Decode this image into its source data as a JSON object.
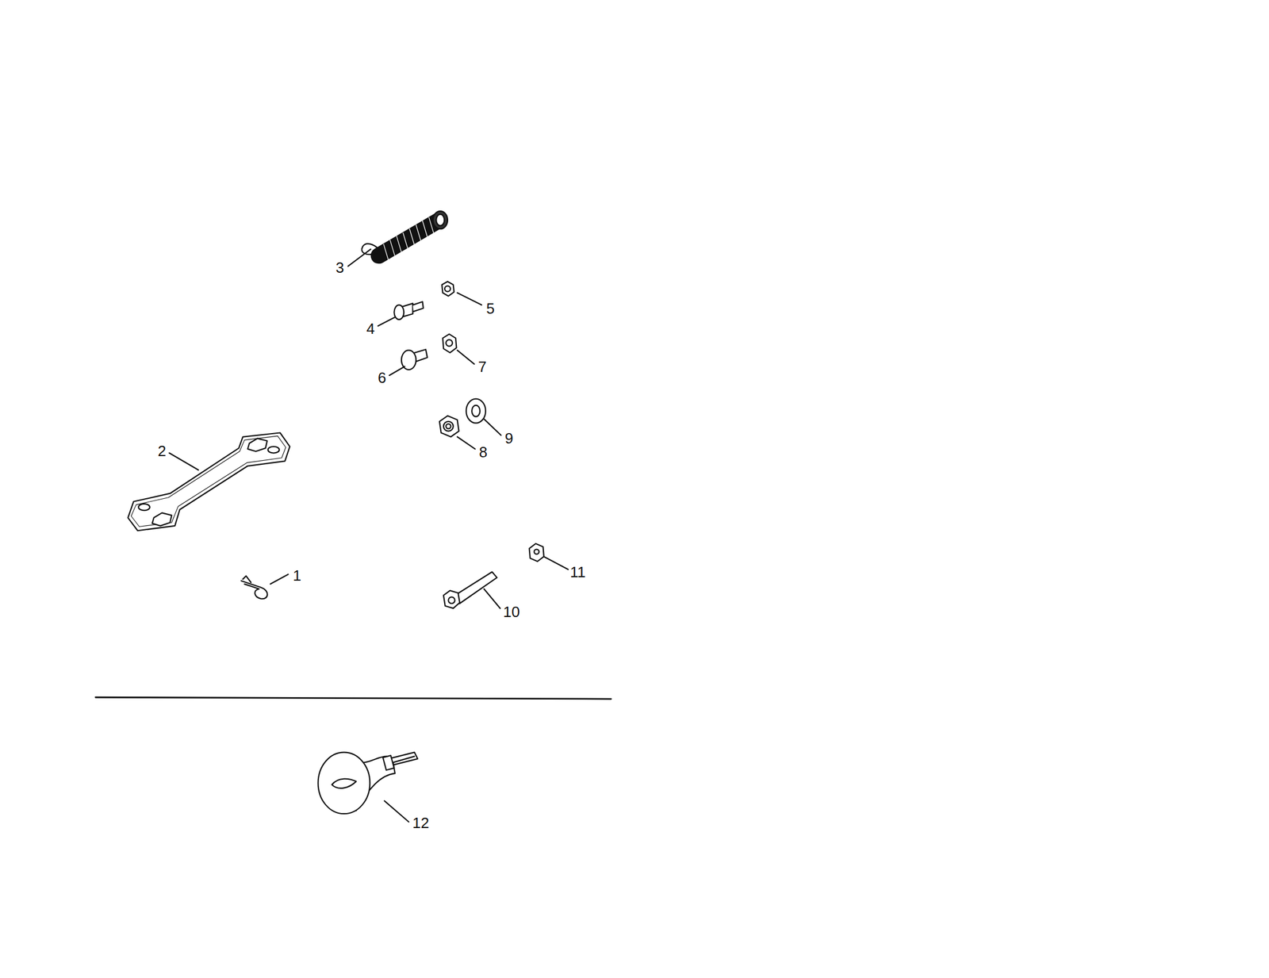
{
  "diagram": {
    "labels": [
      "3",
      "5",
      "4",
      "6",
      "7",
      "9",
      "2",
      "8",
      "1",
      "11",
      "10",
      "12"
    ]
  }
}
